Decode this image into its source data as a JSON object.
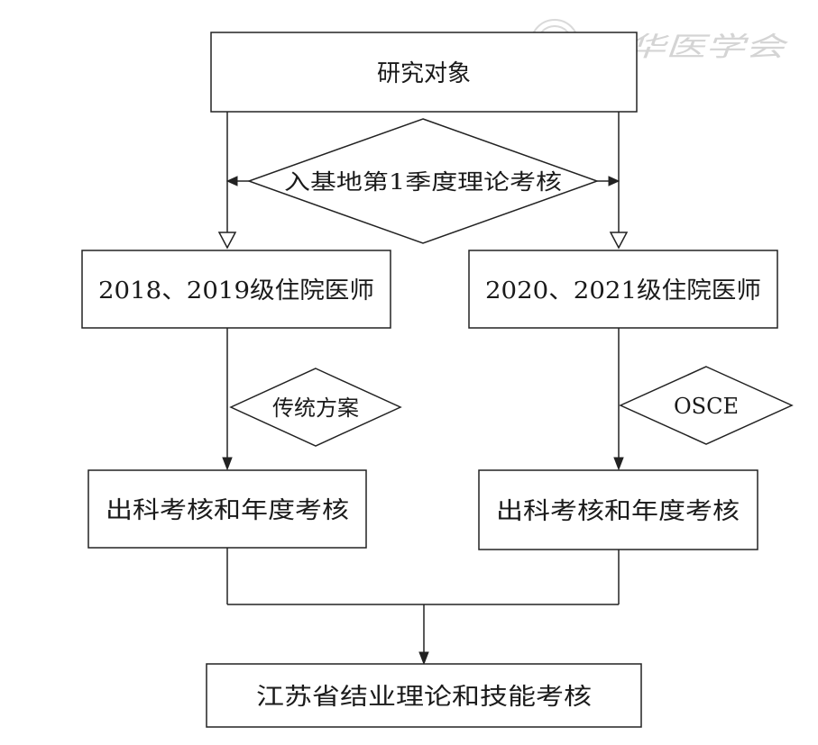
{
  "nodes": {
    "subjects": "研究对象",
    "initial_exam": "入基地第1季度理论考核",
    "group_left": "2018、2019级住院医师",
    "group_right": "2020、2021级住院医师",
    "method_left": "传统方案",
    "method_right": "OSCE",
    "assessment_left": "出科考核和年度考核",
    "assessment_right": "出科考核和年度考核",
    "final_exam": "江苏省结业理论和技能考核"
  },
  "watermark": {
    "text": "中华医学会"
  }
}
